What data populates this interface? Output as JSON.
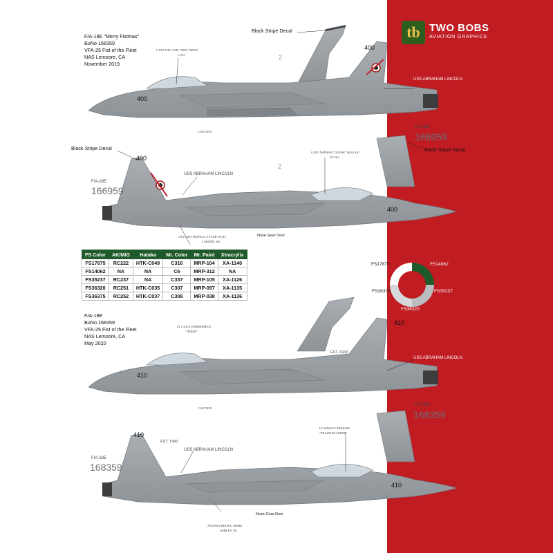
{
  "brand": {
    "mark": "tb",
    "name": "TWO BOBS",
    "sub": "AVIATION GRAPHICS"
  },
  "colors": {
    "red_band": "#c01c22",
    "aircraft_gray": "#9a9fa4",
    "table_header": "#1f5a2a",
    "logo_bg": "#2e5e1e",
    "logo_fg": "#f2c14e"
  },
  "scheme1": {
    "lines": [
      "F/A-18E \"Merry Fistmas\"",
      "BuNo 168359",
      "VFA-25 Fist of the Fleet",
      "NAS Lemoore, CA",
      "November 2019"
    ]
  },
  "scheme2": {
    "lines": [
      "F/A-18E",
      "BuNo 168359",
      "VFA-25 Fist of the Fleet",
      "NAS Lemoore, CA",
      "May 2020"
    ]
  },
  "labels": {
    "black_stripe_1": "Black Stripe Decal",
    "black_stripe_2": "Black Stripe Decal",
    "black_stripe_3": "Black Stripe Decal",
    "nose_gear_1": "Nose Gear Door",
    "nose_gear_2": "Nose Gear Door",
    "ship": "USS ABRAHAM LINCOLN",
    "fa18e": "F/A-18E",
    "modex_400": "400",
    "modex_410": "410",
    "bureau_1": "166959",
    "bureau_2": "168359",
    "est": "EST. 1943",
    "two": "2",
    "caution": "CAUTION"
  },
  "crew": {
    "pilot_1": "CAPT WILLIAM \"SPIG\" REED",
    "pilot_1b": "CAG",
    "pilot_2": "CAPT NATHAN \"GOOSE\" BALLOU",
    "pilot_2b": "DCAG",
    "plane_captain_1": "AZ1 (AW) NEWELL, TYLER (SOY)",
    "plane_captain_1b": "LARNED, KS",
    "pilot_3": "LT CALLI ZIMMERMAN",
    "pilot_3b": "\"DERBY\"",
    "pilot_4": "LT WESLEY PERKINS",
    "pilot_4b": "\"TRASH BLASTER\"",
    "plane_captain_2": "AT3(AW) MIKITA, MARK",
    "plane_captain_2b": "ASHLEY, PA"
  },
  "table": {
    "headers": [
      "FS Color",
      "AK/MiG",
      "Hataka",
      "Mr. Color",
      "Mr. Paint",
      "Xtracrylix"
    ],
    "rows": [
      [
        "FS17875",
        "RC222",
        "HTK-C049",
        "C316",
        "MRP-104",
        "XA-1140"
      ],
      [
        "FS14062",
        "NA",
        "NA",
        "C6",
        "MRP-312",
        "NA"
      ],
      [
        "FS35237",
        "RC237",
        "NA",
        "C337",
        "MRP-105",
        "XA-1126"
      ],
      [
        "FS36320",
        "RC251",
        "HTK-C035",
        "C307",
        "MRP-097",
        "XA-1135"
      ],
      [
        "FS36375",
        "RC252",
        "HTK-C037",
        "C308",
        "MRP-038",
        "XA-1136"
      ]
    ]
  },
  "ring": {
    "labels": [
      "FS17875",
      "FS14062",
      "FS35237",
      "FS36320",
      "FS36375"
    ]
  }
}
